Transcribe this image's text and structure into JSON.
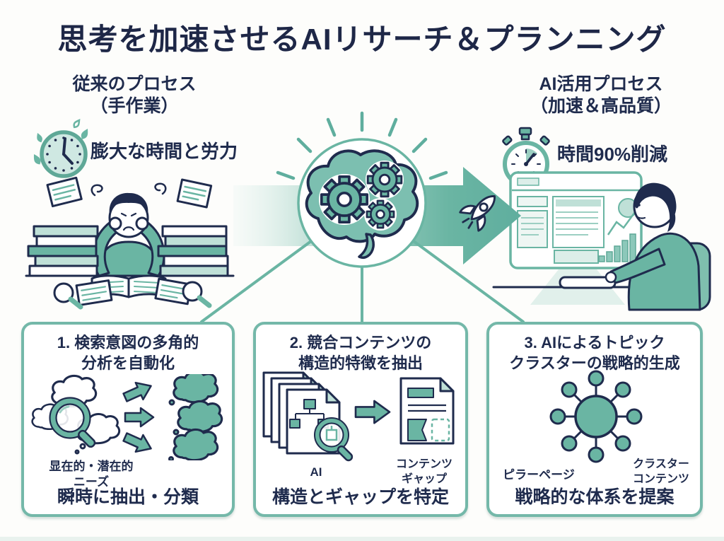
{
  "title": "思考を加速させるAIリサーチ＆プランニング",
  "manual_process": {
    "heading": "従来のプロセス",
    "subheading": "（手作業）",
    "stat": "膨大な時間と労力"
  },
  "ai_process": {
    "heading": "AI活用プロセス",
    "subheading": "（加速＆高品質）",
    "stat": "時間90%削減"
  },
  "steps": [
    {
      "title_line1": "1. 検索意図の多角的",
      "title_line2": "分析を自動化",
      "caption_line1": "显在的・潜在的",
      "caption_line2": "ニーズ",
      "footer": "瞬時に抽出・分類"
    },
    {
      "title_line1": "2. 競合コンテンツの",
      "title_line2": "構造的特徴を抽出",
      "caption_left": "AI",
      "caption_right_line1": "コンテンツ",
      "caption_right_line2": "ギャップ",
      "footer": "構造とギャップを特定"
    },
    {
      "title_line1": "3. AIによるトピック",
      "title_line2": "クラスターの戦略的生成",
      "caption_left": "ピラーページ",
      "caption_right_line1": "クラスター",
      "caption_right_line2": "コンテンツ",
      "footer": "戦略的な体系を提案"
    }
  ],
  "icons": {
    "clock": "clock-with-sweat-icon",
    "stopwatch": "stopwatch-icon",
    "brain": "brain-with-gears-icon",
    "rocket": "rocket-icon",
    "magnifier": "magnifier-icon",
    "cluster": "topic-cluster-diagram"
  },
  "colors": {
    "navy": "#1f2b4d",
    "teal": "#6ab5a3",
    "teal_border": "#74b8a9",
    "teal_light": "#bfe0d7",
    "background": "#fdfdfb"
  }
}
